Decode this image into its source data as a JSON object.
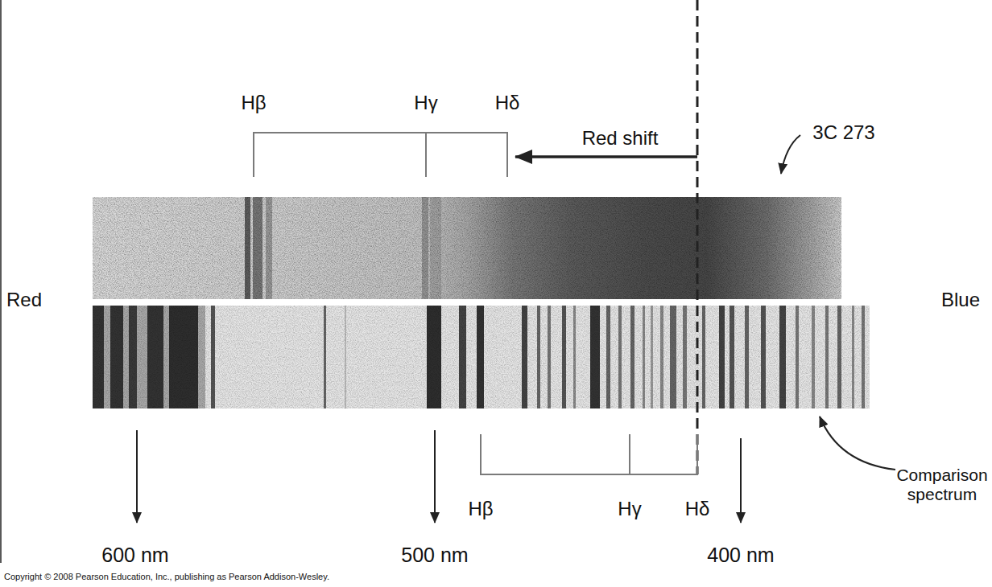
{
  "diagram": {
    "labels": [
      "Hβ",
      "Hγ",
      "Hδ",
      "Red shift",
      "3C 273",
      "Red",
      "Blue",
      "Comparison spectrum",
      "Hβ",
      "Hγ",
      "Hδ",
      "600 nm",
      "500 nm",
      "400 nm",
      "Copyright © 2008 Pearson Education, Inc., publishing as Pearson Addison-Wesley."
    ]
  }
}
